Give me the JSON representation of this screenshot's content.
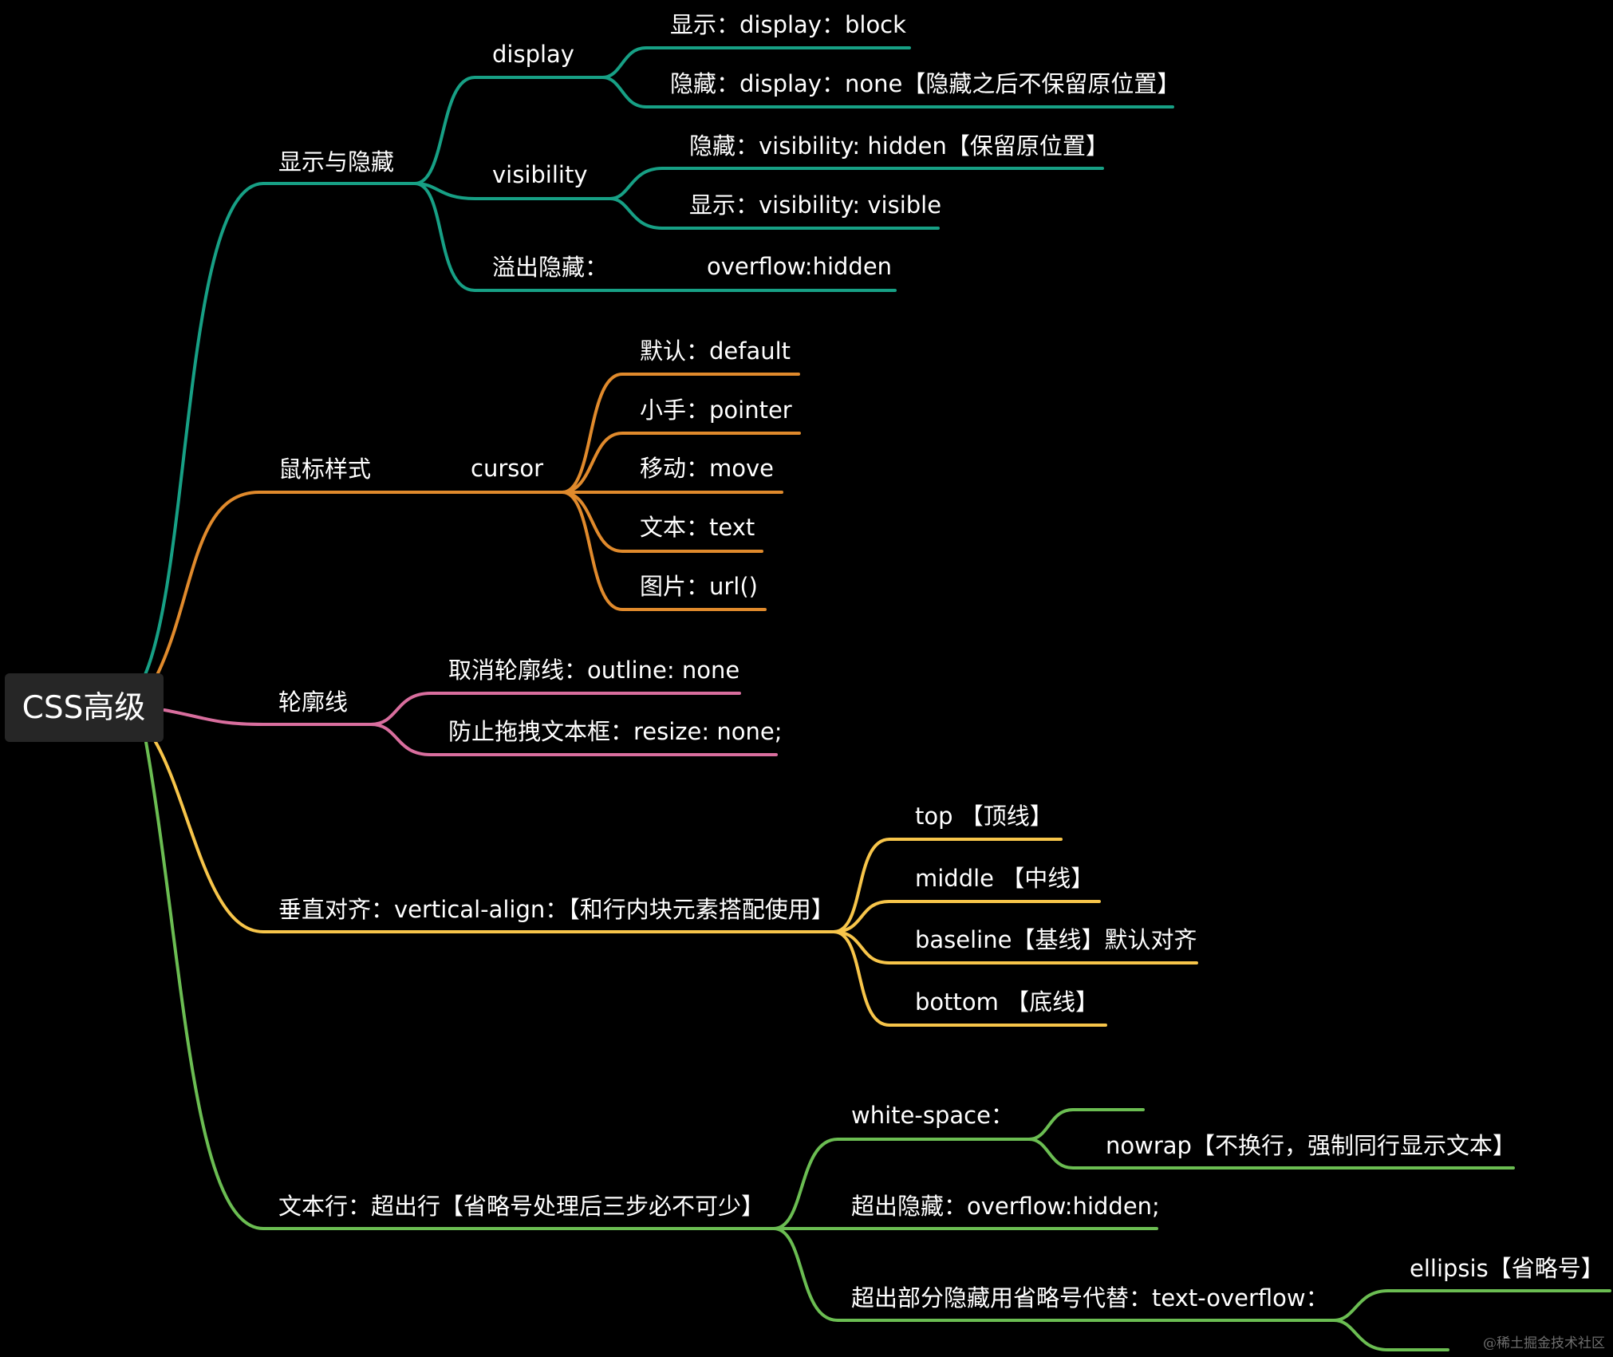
{
  "root": {
    "label": "CSS高级"
  },
  "colors": {
    "display": "#17a085",
    "cursor": "#e08a2c",
    "outline": "#d96e9e",
    "valign": "#f7c54a",
    "text": "#6bbd52"
  },
  "display": {
    "label": "显示与隐藏",
    "display": {
      "label": "display",
      "show": "显示：display：block",
      "hide": "隐藏：display：none【隐藏之后不保留原位置】"
    },
    "visibility": {
      "label": "visibility",
      "hide": "隐藏：visibility: hidden【保留原位置】",
      "show": "显示：visibility: visible"
    },
    "overflow": {
      "label": "溢出隐藏：",
      "value": "overflow:hidden"
    }
  },
  "cursor": {
    "label": "鼠标样式",
    "prop": "cursor",
    "items": [
      "默认：default",
      "小手：pointer",
      "移动：move",
      "文本：text",
      "图片：url()"
    ]
  },
  "outline": {
    "label": "轮廓线",
    "items": [
      "取消轮廓线：outline: none",
      "防止拖拽文本框：resize: none;"
    ]
  },
  "valign": {
    "label": "垂直对齐：vertical-align：【和行内块元素搭配使用】",
    "items": [
      "top 【顶线】",
      "middle 【中线】",
      "baseline【基线】默认对齐",
      "bottom 【底线】"
    ]
  },
  "text": {
    "label": "文本行：超出行【省略号处理后三步必不可少】",
    "whitespace": "white-space：",
    "nowrap": "nowrap【不换行，强制同行显示文本】",
    "overflow": "超出隐藏：overflow:hidden;",
    "textoverflow": "超出部分隐藏用省略号代替：text-overflow：",
    "ellipsis": "ellipsis【省略号】"
  },
  "watermark": "@稀土掘金技术社区"
}
